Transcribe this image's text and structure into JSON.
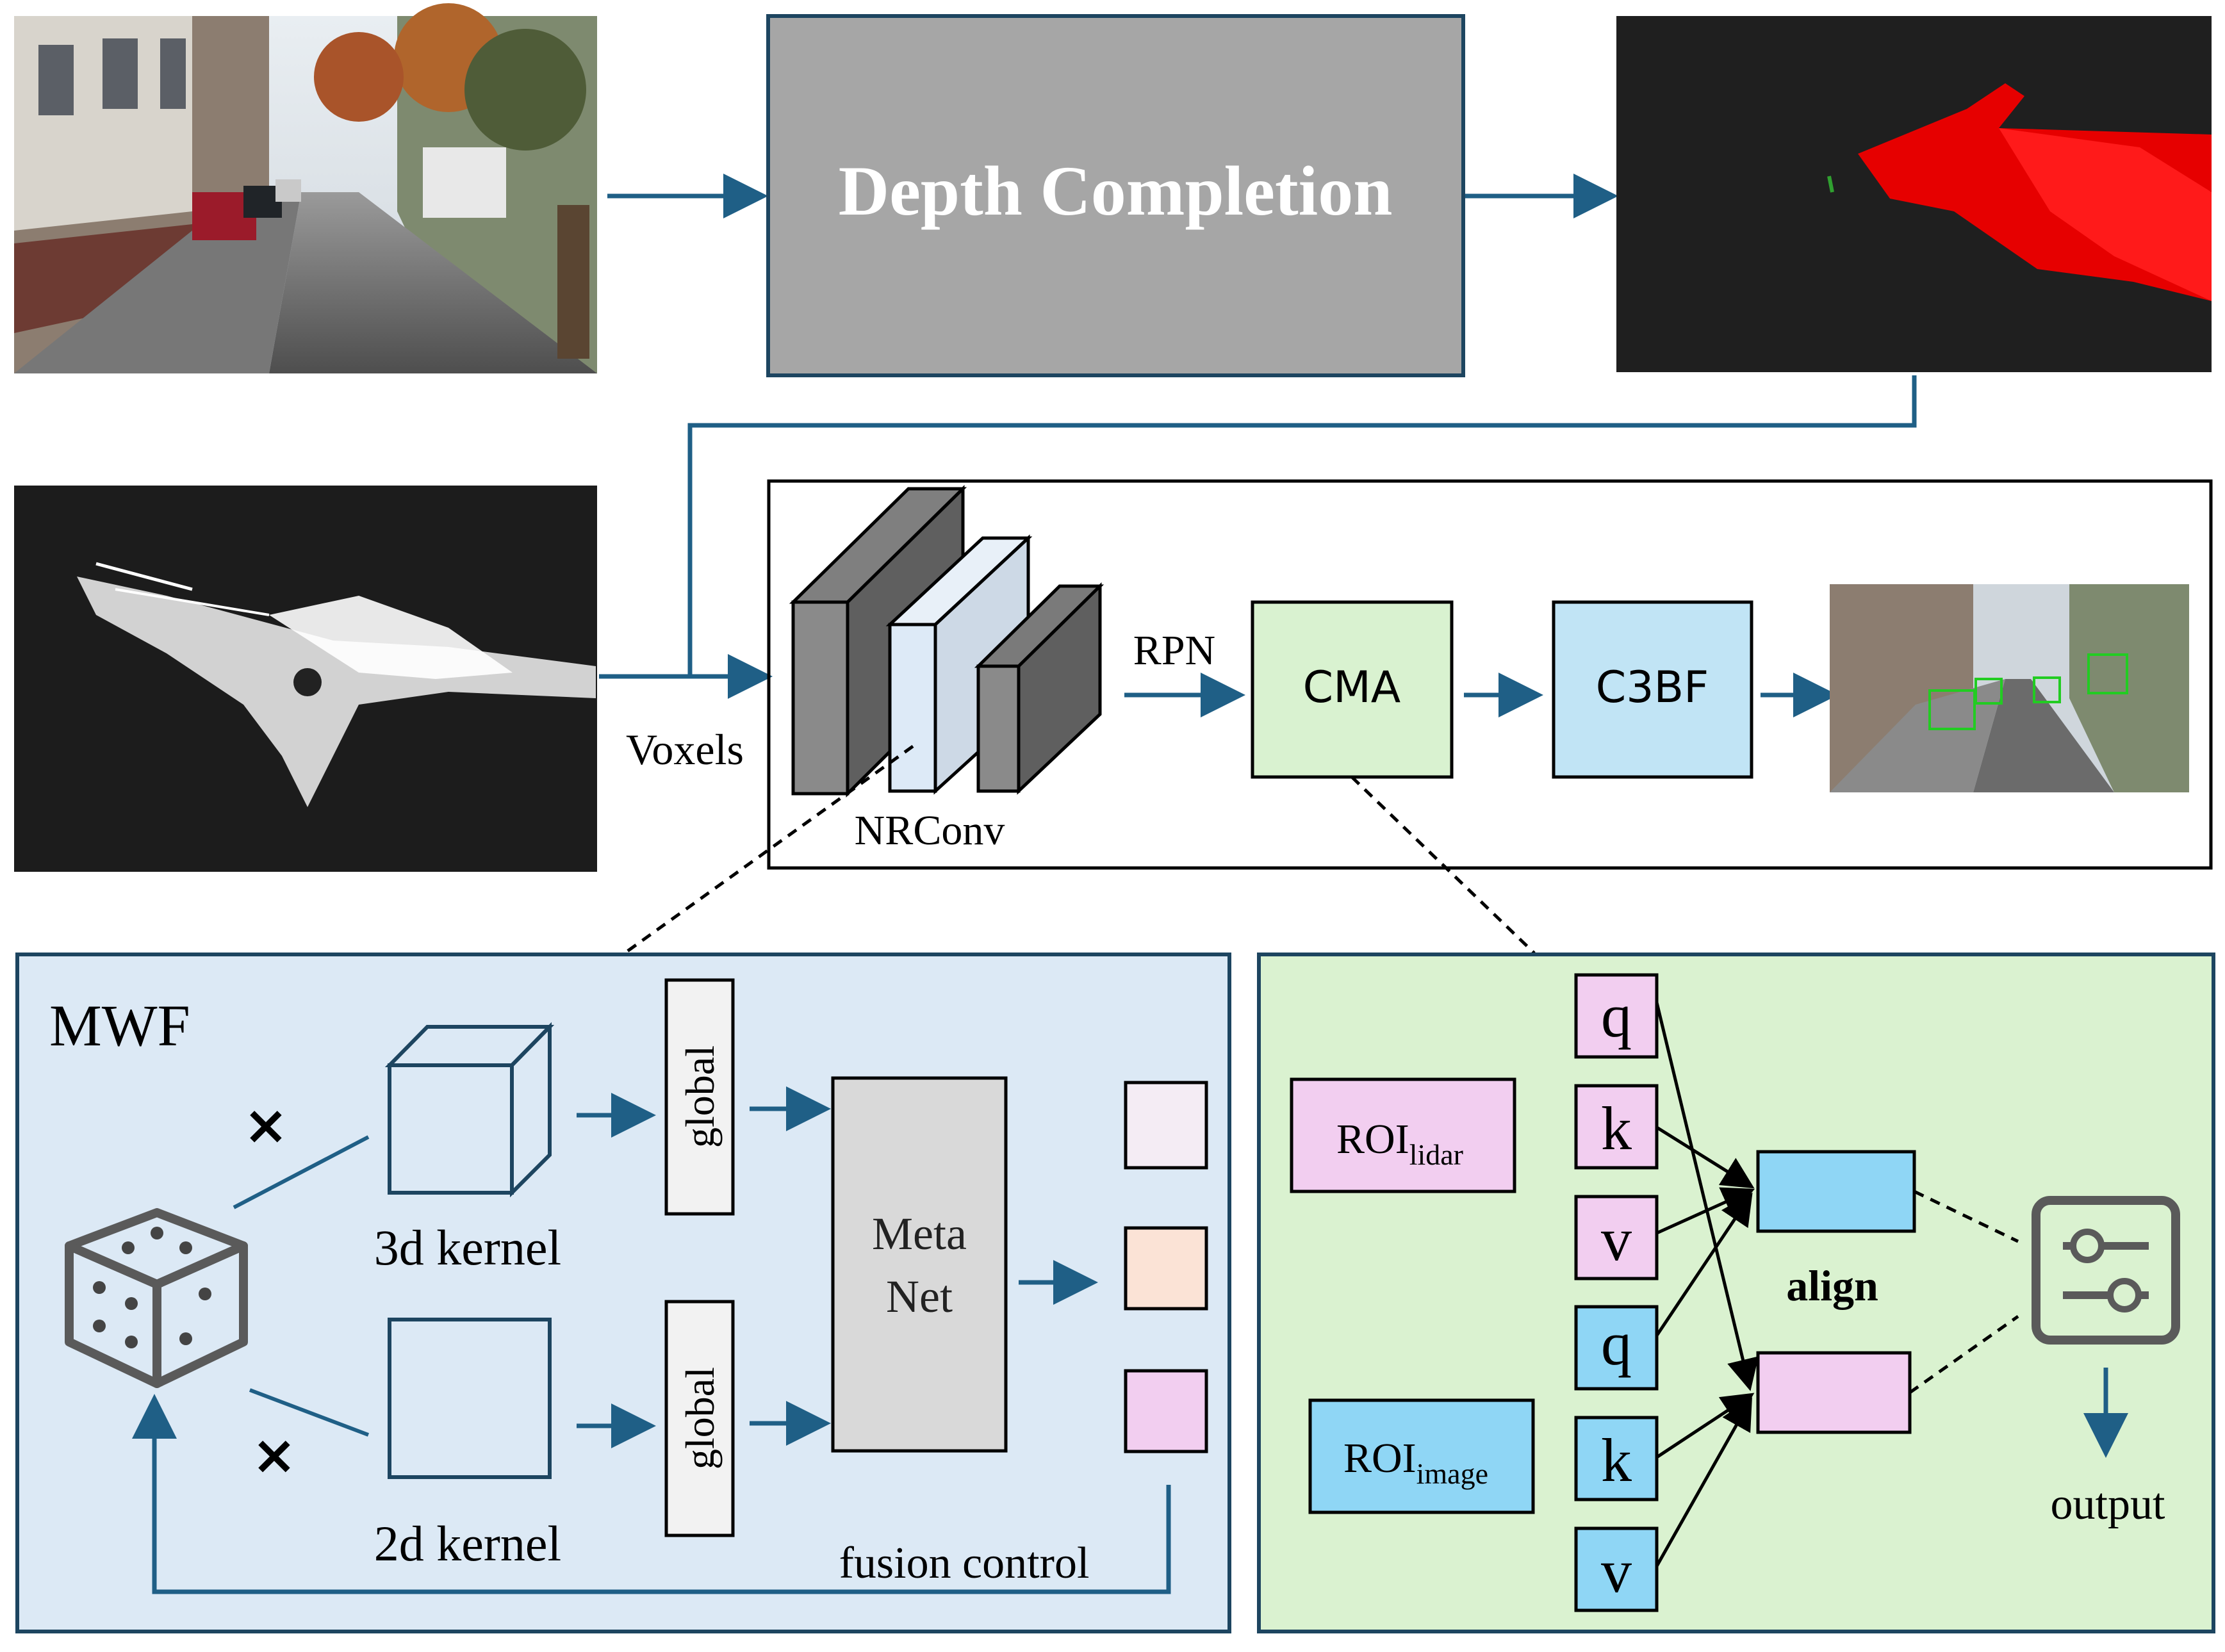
{
  "top": {
    "depth_completion_label": "Depth Completion"
  },
  "middle": {
    "voxels_label": "Voxels",
    "nrconv_label": "NRConv",
    "rpn_label": "RPN",
    "cma_label": "CMA",
    "c3bf_label": "C3BF"
  },
  "mwf": {
    "title": "MWF",
    "times_symbol": "×",
    "kernel_3d_label": "3d kernel",
    "kernel_2d_label": "2d kernel",
    "global_label": "global",
    "meta_net_line1": "Meta",
    "meta_net_line2": "Net",
    "fusion_control_label": "fusion control"
  },
  "cma_detail": {
    "roi_lidar_main": "ROI",
    "roi_lidar_sub": "lidar",
    "roi_image_main": "ROI",
    "roi_image_sub": "image",
    "q_label": "q",
    "k_label": "k",
    "v_label": "v",
    "align_label": "align",
    "output_label": "output"
  },
  "colors": {
    "arrow": "#1f5f86",
    "mwf_bg": "#dce9f5",
    "cma_bg": "#daf2d0",
    "cma_box": "#d9f2d0",
    "c3bf_box": "#c1e4f5",
    "lidar_pink": "#f2cef0",
    "image_blue": "#8fd6f5",
    "depth_box": "#a6a6a6",
    "meta_net": "#d9d9d9"
  }
}
